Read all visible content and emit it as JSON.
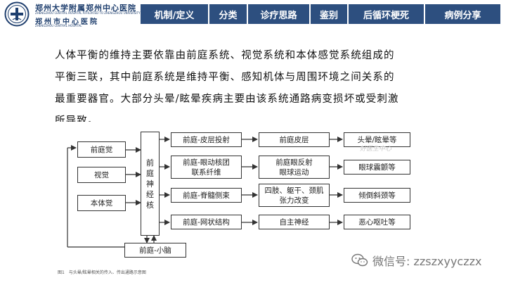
{
  "header": {
    "hospital_name_cn": "郑州大学附属郑州中心医院",
    "hospital_name_en_1": "ZHENGZHOU CENTRAL HOSPITAL AFFILIATED TO ZHENGZHOU UNIVERSITY",
    "hospital_name_cn_2": "郑州市中心医院",
    "hospital_name_en_2": "ZHENGZHOU CENTRAL HOSPITAL",
    "brand_color": "#2d4f7f"
  },
  "nav": {
    "tabs": [
      "机制/定义",
      "分类",
      "诊疗思路",
      "鉴别",
      "后循环梗死",
      "病例分享"
    ]
  },
  "body": {
    "lines": [
      "人体平衡的维持主要依靠由前庭系统、视觉系统和本体感觉系统组成的",
      "平衡三联，其中前庭系统是维持平衡、感知机体与周围环境之间关系的",
      "最重要器官。大部分头晕/眩晕疾病主要由该系统通路病变损坏或受刺激",
      "所导致。"
    ]
  },
  "diagram": {
    "inputs": [
      "前庭觉",
      "视觉",
      "本体觉"
    ],
    "core": [
      "前",
      "庭",
      "神",
      "经",
      "核"
    ],
    "pathways": [
      "前庭-皮层投射",
      "前庭-眼动核团\n联系纤维",
      "前庭-脊髓侧束",
      "前庭-网状结构"
    ],
    "targets": [
      "前庭皮层",
      "前庭眼反射\n眼球运动",
      "四肢、躯干、颈肌\n张力改变",
      "自主神经"
    ],
    "symptoms": [
      "头晕/眩晕等",
      "眼球震颤等",
      "倾倒斜颈等",
      "恶心呕吐等"
    ],
    "cerebellum": "前庭-小脑",
    "caption": "图1　与头晕/眩晕相关的传入、传出通路示意图",
    "faint_mark": "好医生中心"
  },
  "watermark": {
    "text": "微信号: zzszxyyczzx"
  }
}
